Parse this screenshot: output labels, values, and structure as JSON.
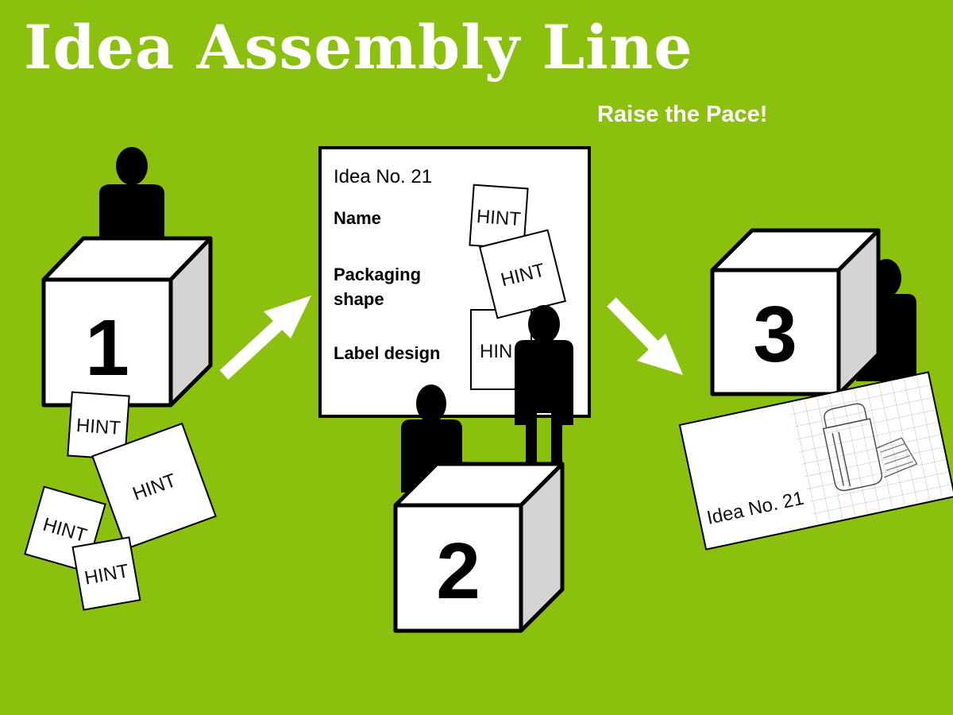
{
  "title": "Idea Assembly Line",
  "subtitle": "Raise the Pace!",
  "stations": [
    {
      "number": "1"
    },
    {
      "number": "2"
    },
    {
      "number": "3"
    }
  ],
  "hint_label": "HINT",
  "board": {
    "idea_title": "Idea No. 21",
    "fields": [
      {
        "label": "Name"
      },
      {
        "label_line1": "Packaging",
        "label_line2": "shape"
      },
      {
        "label": "Label design"
      }
    ],
    "partial_hint": "HIN"
  },
  "result_card": {
    "caption": "Idea No. 21"
  },
  "colors": {
    "background": "#8bc00e",
    "text": "#ffffff",
    "arrow": "#ffffff",
    "figure": "#000000",
    "cube_front": "#ffffff",
    "cube_side": "#d4d4d4"
  }
}
